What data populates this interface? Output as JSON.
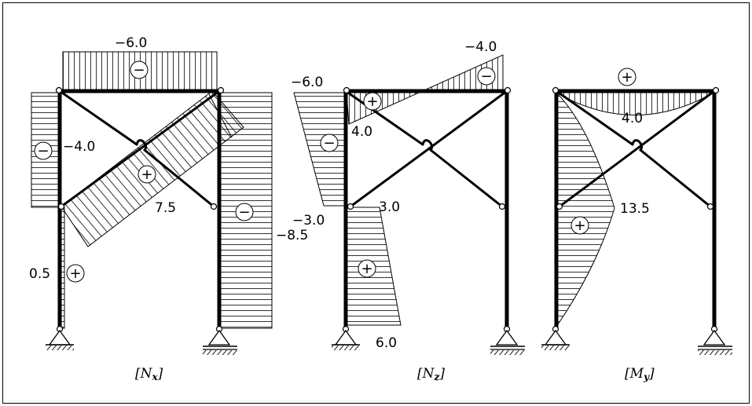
{
  "diagrams": [
    {
      "id": "nx",
      "caption": {
        "bracket_open": "[",
        "symbol": "N",
        "subscript": "x",
        "bracket_close": "]"
      },
      "labels": {
        "top_beam": "−6.0",
        "left_column_upper": "−4.0",
        "diagonal": "7.5",
        "right_column": "−8.5",
        "left_column_lower": "0.5"
      },
      "signs": {
        "top_beam": "−",
        "left_column_upper": "−",
        "diagonal": "+",
        "right_column": "−",
        "left_column_lower": "+"
      }
    },
    {
      "id": "nz",
      "caption": {
        "bracket_open": "[",
        "symbol": "N",
        "subscript": "z",
        "bracket_close": "]"
      },
      "labels": {
        "beam_right": "−4.0",
        "column_top": "−6.0",
        "beam_left": "4.0",
        "column_mid_left": "−3.0",
        "column_mid_right": "3.0",
        "column_bottom": "6.0"
      },
      "signs": {
        "beam_right": "−",
        "beam_left": "+",
        "column_upper": "−",
        "column_lower": "+"
      }
    },
    {
      "id": "my",
      "caption": {
        "bracket_open": "[",
        "symbol": "M",
        "subscript": "y",
        "bracket_close": "]"
      },
      "labels": {
        "beam": "4.0",
        "column": "13.5"
      },
      "signs": {
        "beam": "+",
        "column": "+"
      }
    }
  ]
}
